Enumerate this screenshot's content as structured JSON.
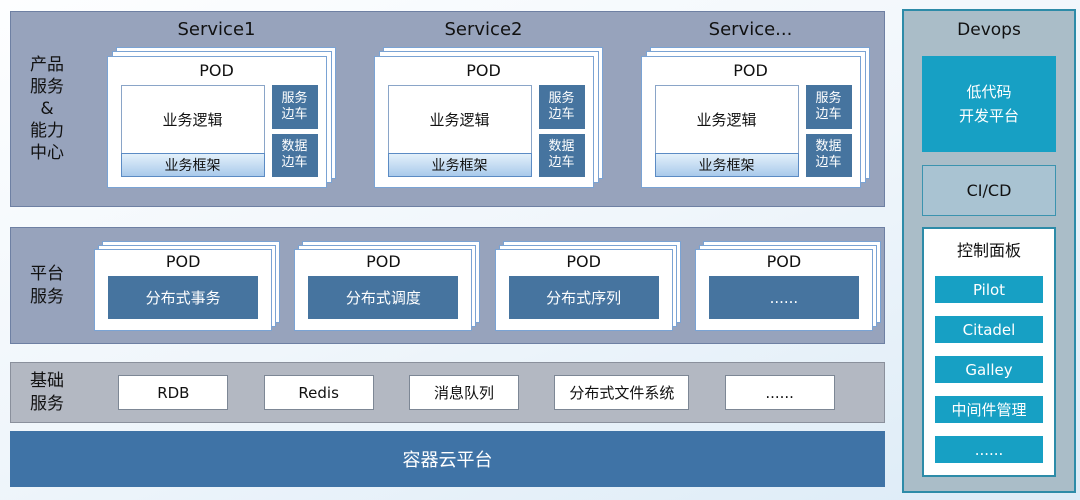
{
  "labels": {
    "pod": "POD"
  },
  "product_section": {
    "side_label": "产品\n服务\n&\n能力\n中心",
    "services": [
      {
        "title": "Service1"
      },
      {
        "title": "Service2"
      },
      {
        "title": "Service..."
      }
    ],
    "pod": {
      "logic": "业务逻辑",
      "framework": "业务框架",
      "sidecar_service": "服务\n边车",
      "sidecar_data": "数据\n边车"
    }
  },
  "platform_section": {
    "side_label": "平台\n服务",
    "pods": [
      {
        "name": "分布式事务"
      },
      {
        "name": "分布式调度"
      },
      {
        "name": "分布式序列"
      },
      {
        "name": "......"
      }
    ]
  },
  "basic_section": {
    "side_label": "基础\n服务",
    "items": [
      "RDB",
      "Redis",
      "消息队列",
      "分布式文件系统",
      "......"
    ]
  },
  "container_bar": {
    "label": "容器云平台"
  },
  "devops": {
    "title": "Devops",
    "lowcode_label": "低代码\n开发平台",
    "cicd_label": "CI/CD",
    "control_panel": {
      "title": "控制面板",
      "items": [
        "Pilot",
        "Citadel",
        "Galley",
        "中间件管理",
        "......"
      ]
    }
  },
  "colors": {
    "section_bg": "#97a3bc",
    "section_border": "#6e80a3",
    "basic_section_bg": "#b3b8c2",
    "dark_blue_box": "#46749f",
    "container_bar_bg": "#3f73a6",
    "cyan_button": "#17a0c4",
    "devops_panel_bg": "#aabdc8",
    "devops_border": "#2d8ba8",
    "card_border": "#7aa3d4",
    "framework_gradient_top": "#e3f0fa",
    "framework_gradient_bottom": "#a9caeb"
  }
}
